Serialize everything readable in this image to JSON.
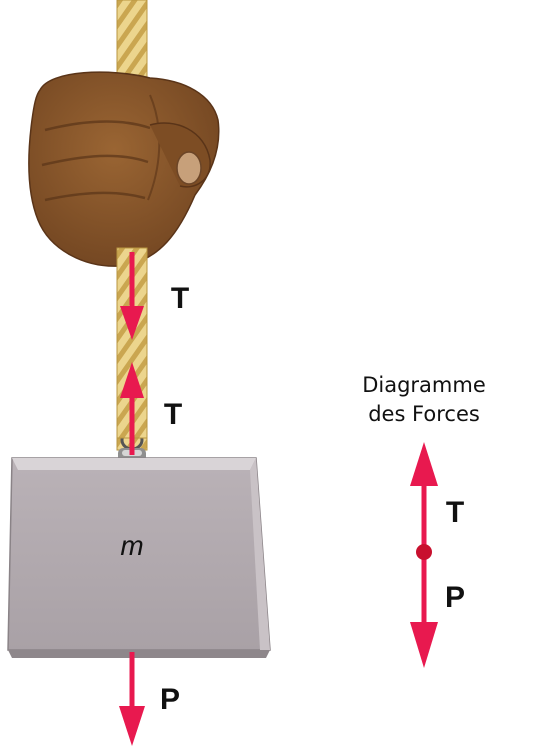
{
  "diagram": {
    "left_labels": {
      "tension_down": "T",
      "tension_up": "T",
      "weight": "P",
      "mass": "m"
    },
    "free_body": {
      "title_line1": "Diagramme",
      "title_line2": "des Forces",
      "tension": "T",
      "weight": "P"
    },
    "colors": {
      "arrow": "#e8194f",
      "rope": "#e9cf82",
      "rope_stripe": "#c9a44c",
      "hand": "#8c5a2b",
      "block_face": "#b3abb0",
      "block_top": "#d9d4d7",
      "dot": "#c8102e"
    }
  }
}
